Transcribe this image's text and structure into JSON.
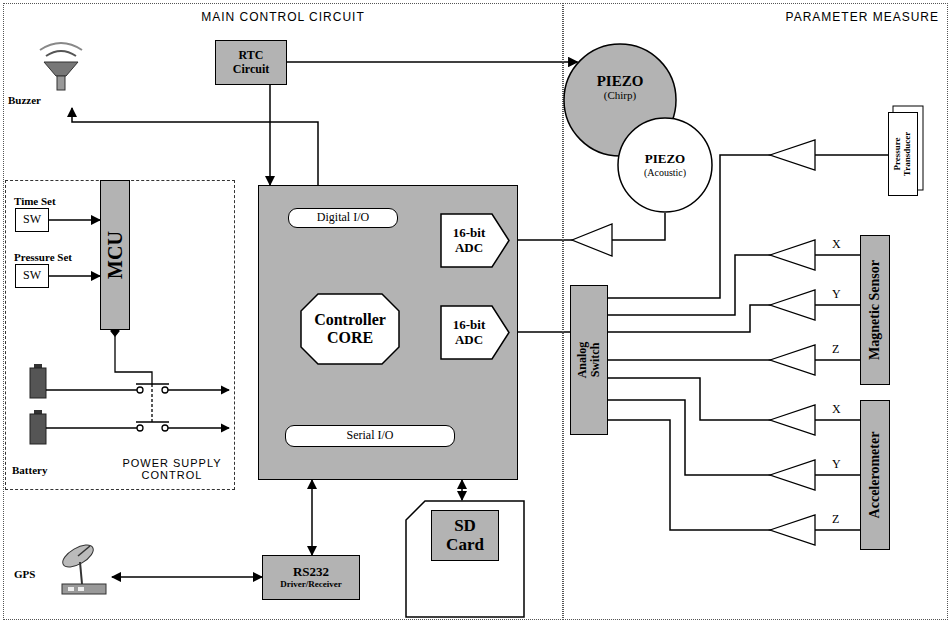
{
  "diagram": {
    "nodes": [
      {
        "text": [
          "MAIN CONTROL CIRCUIT"
        ]
      },
      {
        "text": [
          "PARAMETER MEASURE"
        ]
      },
      {
        "text": [
          "Buzzer"
        ],
        "in": 0
      },
      {
        "text": [
          "RTC Circuit"
        ],
        "in": 0
      },
      {
        "text": [
          "POWER SUPPLY CONTROL"
        ],
        "in": 0
      },
      {
        "text": [
          "Time Set",
          "SW"
        ],
        "in": 4
      },
      {
        "text": [
          "Pressure Set",
          "SW"
        ],
        "in": 4
      },
      {
        "text": [
          "MCU"
        ],
        "in": 4
      },
      {
        "text": [
          "Battery"
        ],
        "in": 4
      },
      {
        "text": [],
        "in": 0
      },
      {
        "text": [
          "Digital I/O"
        ],
        "in": 9
      },
      {
        "text": [
          "16-bit ADC"
        ],
        "in": 9
      },
      {
        "text": [
          "Controller CORE"
        ],
        "in": 9
      },
      {
        "text": [
          "16-bit ADC"
        ],
        "in": 9
      },
      {
        "text": [
          "Serial I/O"
        ],
        "in": 9
      },
      {
        "text": [
          "SD Card"
        ],
        "in": 0
      },
      {
        "text": [
          "GPS"
        ],
        "in": 0
      },
      {
        "text": [
          "RS232",
          "Driver/Receiver"
        ],
        "in": 0
      },
      {
        "text": [
          "PIEZO",
          "(Chirp)"
        ],
        "in": 1
      },
      {
        "text": [
          "PIEZO",
          "(Acoustic)"
        ],
        "in": 1
      },
      {
        "text": [
          "Pressure Transducer"
        ],
        "in": 1
      },
      {
        "text": [
          "Analog Switch"
        ],
        "in": 1
      },
      {
        "text": [
          "Magnetic Sensor"
        ],
        "in": 1
      },
      {
        "text": [
          "Accelerometer"
        ],
        "in": 1
      }
    ],
    "edges": [
      {
        "from": 5,
        "to": 7,
        "arrow": "to"
      },
      {
        "from": 6,
        "to": 7,
        "arrow": "to"
      },
      {
        "from": 3,
        "to": 18,
        "arrow": "to"
      },
      {
        "from": 3,
        "to": 9,
        "arrow": "to"
      },
      {
        "from": 9,
        "to": 2,
        "arrow": "to"
      },
      {
        "from": 9,
        "to": 17,
        "arrow": "both"
      },
      {
        "from": 9,
        "to": 15,
        "arrow": "both"
      },
      {
        "from": 16,
        "to": 17,
        "arrow": "both"
      },
      {
        "from": 19,
        "to": 11,
        "arrow": "none"
      },
      {
        "from": 20,
        "to": 21,
        "arrow": "none"
      },
      {
        "from": 22,
        "to": 21,
        "arrow": "none",
        "label": "X"
      },
      {
        "from": 22,
        "to": 21,
        "arrow": "none",
        "label": "Y"
      },
      {
        "from": 22,
        "to": 21,
        "arrow": "none",
        "label": "Z"
      },
      {
        "from": 23,
        "to": 21,
        "arrow": "none",
        "label": "X"
      },
      {
        "from": 23,
        "to": 21,
        "arrow": "none",
        "label": "Y"
      },
      {
        "from": 23,
        "to": 21,
        "arrow": "none",
        "label": "Z"
      },
      {
        "from": 21,
        "to": 13,
        "arrow": "none"
      }
    ]
  }
}
